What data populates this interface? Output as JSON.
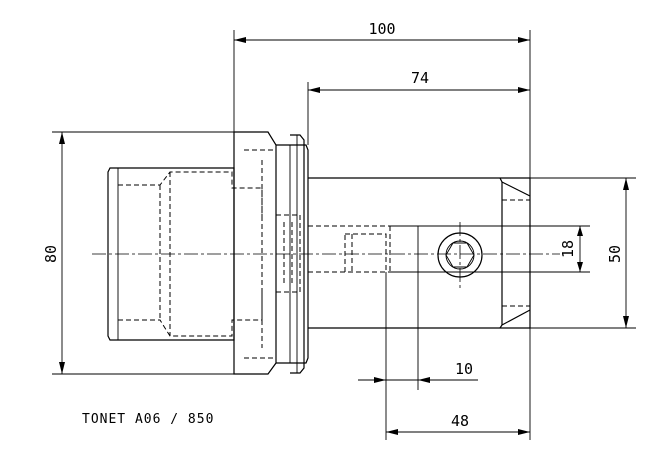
{
  "dimensions": {
    "overall_length": "100",
    "shank_length": "74",
    "flange_diameter": "80",
    "bore_diameter": "50",
    "screw_diameter": "18",
    "small_offset": "10",
    "screw_depth": "48"
  },
  "caption": "TONET A06 / 850"
}
